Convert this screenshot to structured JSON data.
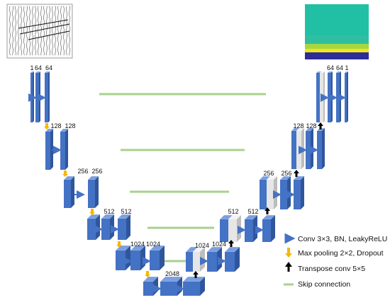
{
  "encoder": [
    {
      "labels": [
        "1",
        "64",
        "64"
      ]
    },
    {
      "labels": [
        "128",
        "128"
      ]
    },
    {
      "labels": [
        "256",
        "256"
      ]
    },
    {
      "labels": [
        "512",
        "512"
      ]
    },
    {
      "labels": [
        "1024",
        "1024"
      ]
    }
  ],
  "bottleneck": {
    "labels": [
      "2048"
    ]
  },
  "decoder": [
    {
      "labels": [
        "1024",
        "1024"
      ]
    },
    {
      "labels": [
        "512",
        "512"
      ]
    },
    {
      "labels": [
        "256",
        "256"
      ]
    },
    {
      "labels": [
        "128",
        "128"
      ]
    },
    {
      "labels": [
        "64",
        "64",
        "1"
      ]
    }
  ],
  "legend": {
    "conv": "Conv 3×3, BN, LeakyReLU",
    "pool": "Max pooling 2×2, Dropout",
    "transpose": "Transpose conv 5×5",
    "skip": "Skip connection"
  },
  "colors": {
    "block_front": "#4472c4",
    "block_top": "#7b9fe0",
    "block_side": "#2f569c",
    "upsampled_front": "#e6e6e6",
    "pool_arrow": "#f5b800",
    "skip": "#a9d18e",
    "conv_arrow": "#4472c4",
    "transpose_arrow": "#000000",
    "output_bands": [
      "#21c0a4",
      "#2fbfa0",
      "#a8d640",
      "#f2e51a",
      "#2c2c9a"
    ]
  }
}
